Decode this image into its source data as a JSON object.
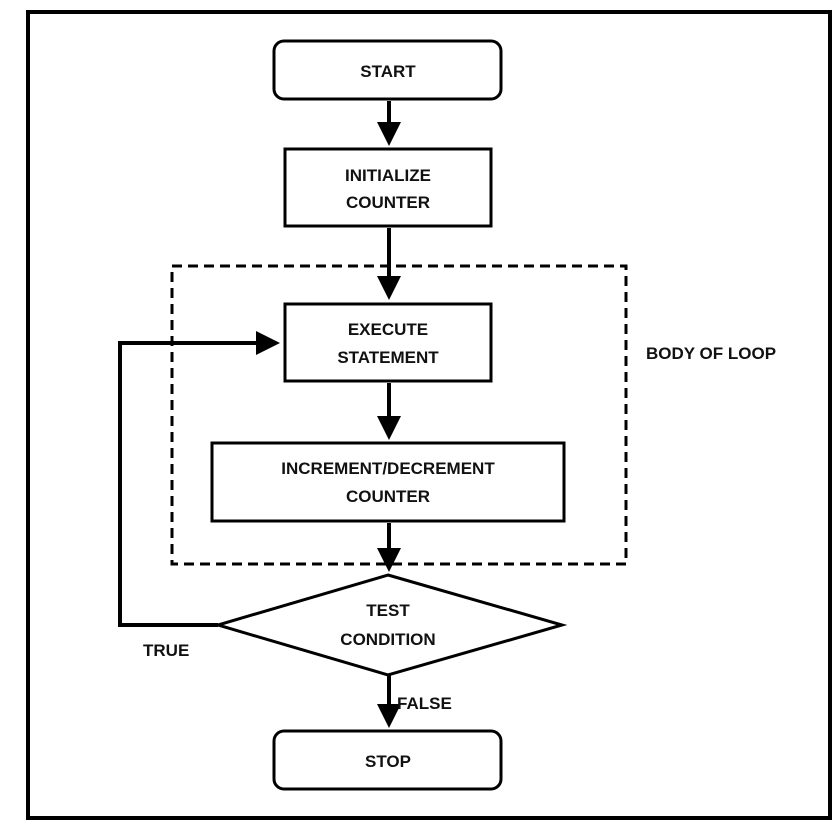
{
  "diagram": {
    "nodes": {
      "start": {
        "line1": "START"
      },
      "initialize": {
        "line1": "INITIALIZE",
        "line2": "COUNTER"
      },
      "execute": {
        "line1": "EXECUTE",
        "line2": "STATEMENT"
      },
      "increment": {
        "line1": "INCREMENT/DECREMENT",
        "line2": "COUNTER"
      },
      "test": {
        "line1": "TEST",
        "line2": "CONDITION"
      },
      "stop": {
        "line1": "STOP"
      }
    },
    "labels": {
      "body_of_loop": "BODY OF LOOP",
      "true_branch": "TRUE",
      "false_branch": "FALSE"
    }
  }
}
